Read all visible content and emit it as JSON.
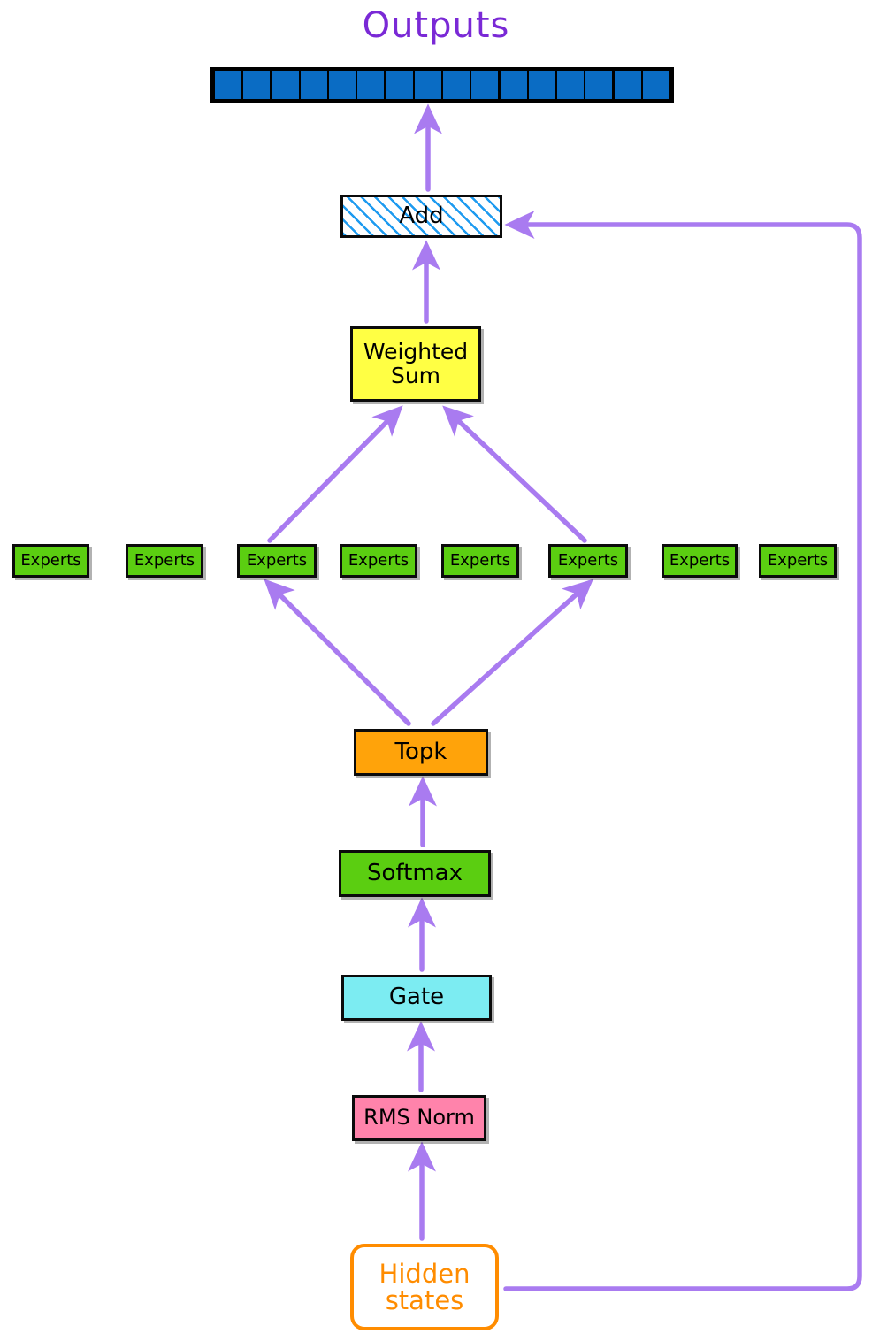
{
  "diagram": {
    "title": "Outputs",
    "type": "flowchart",
    "accent_arrow_color": "#a97bf0",
    "title_color": "#7a29d6",
    "outputs": {
      "name": "outputs-vector",
      "cell_count": 16,
      "cell_color": "#0a6cc4",
      "border_color": "#000000"
    },
    "nodes": [
      {
        "id": "add",
        "label": "Add",
        "fill": "#ffffff",
        "pattern": "diagonal-hatch",
        "pattern_color": "#1e9bf0",
        "text_color": "#000000"
      },
      {
        "id": "weighted-sum",
        "label": "Weighted\nSum",
        "fill": "#ffff44",
        "text_color": "#000000"
      },
      {
        "id": "topk",
        "label": "Topk",
        "fill": "#ffa30a",
        "text_color": "#000000"
      },
      {
        "id": "softmax",
        "label": "Softmax",
        "fill": "#5bce11",
        "text_color": "#000000"
      },
      {
        "id": "gate",
        "label": "Gate",
        "fill": "#7cecf2",
        "text_color": "#000000"
      },
      {
        "id": "rms-norm",
        "label": "RMS Norm",
        "fill": "#ff83ab",
        "text_color": "#000000"
      },
      {
        "id": "hidden-states",
        "label": "Hidden\nstates",
        "fill": "#ffffff",
        "text_color": "#ff8c00",
        "border_color": "#ff8c00",
        "shape": "rounded"
      }
    ],
    "experts": [
      {
        "index": 1,
        "label": "Experts",
        "selected": false
      },
      {
        "index": 2,
        "label": "Experts",
        "selected": false
      },
      {
        "index": 3,
        "label": "Experts",
        "selected": true
      },
      {
        "index": 4,
        "label": "Experts",
        "selected": false
      },
      {
        "index": 5,
        "label": "Experts",
        "selected": false
      },
      {
        "index": 6,
        "label": "Experts",
        "selected": true
      },
      {
        "index": 7,
        "label": "Experts",
        "selected": false
      },
      {
        "index": 8,
        "label": "Experts",
        "selected": false
      }
    ],
    "experts_fill": "#5bce11",
    "edges": [
      {
        "from": "add",
        "to": "outputs-vector"
      },
      {
        "from": "weighted-sum",
        "to": "add"
      },
      {
        "from": "expert-3",
        "to": "weighted-sum"
      },
      {
        "from": "expert-6",
        "to": "weighted-sum"
      },
      {
        "from": "topk",
        "to": "expert-3"
      },
      {
        "from": "topk",
        "to": "expert-6"
      },
      {
        "from": "softmax",
        "to": "topk"
      },
      {
        "from": "gate",
        "to": "softmax"
      },
      {
        "from": "rms-norm",
        "to": "gate"
      },
      {
        "from": "hidden-states",
        "to": "rms-norm"
      },
      {
        "from": "hidden-states",
        "to": "add",
        "style": "residual-bypass-right"
      }
    ]
  }
}
